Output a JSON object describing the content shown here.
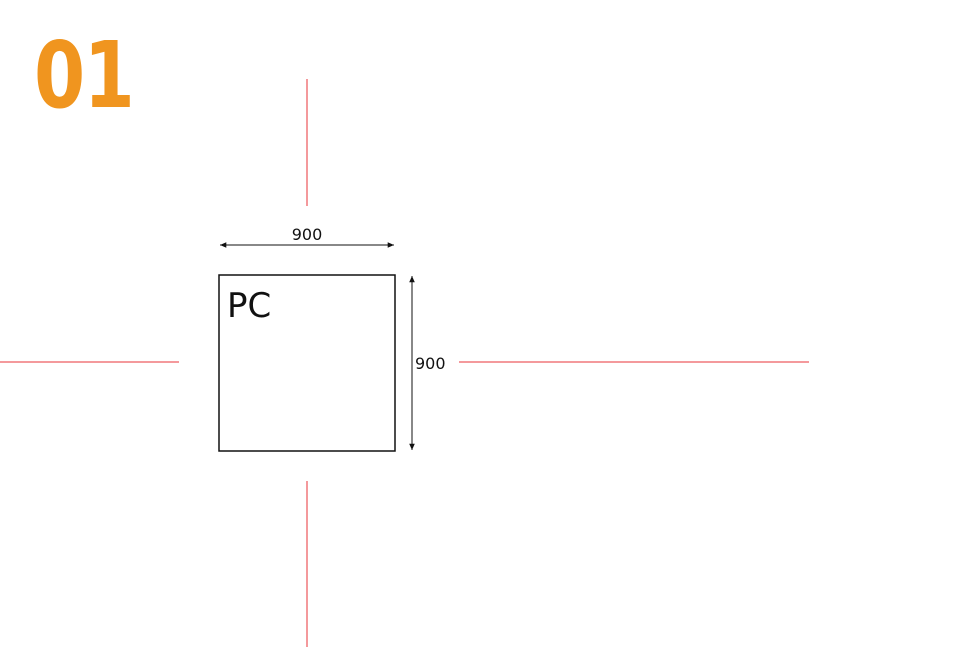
{
  "step_number": "01",
  "box_label": "PC",
  "width_label": "900",
  "height_label": "900",
  "colors": {
    "step_number": "#f0951f",
    "guide_lines": "#e8333a",
    "outline": "#111111"
  }
}
